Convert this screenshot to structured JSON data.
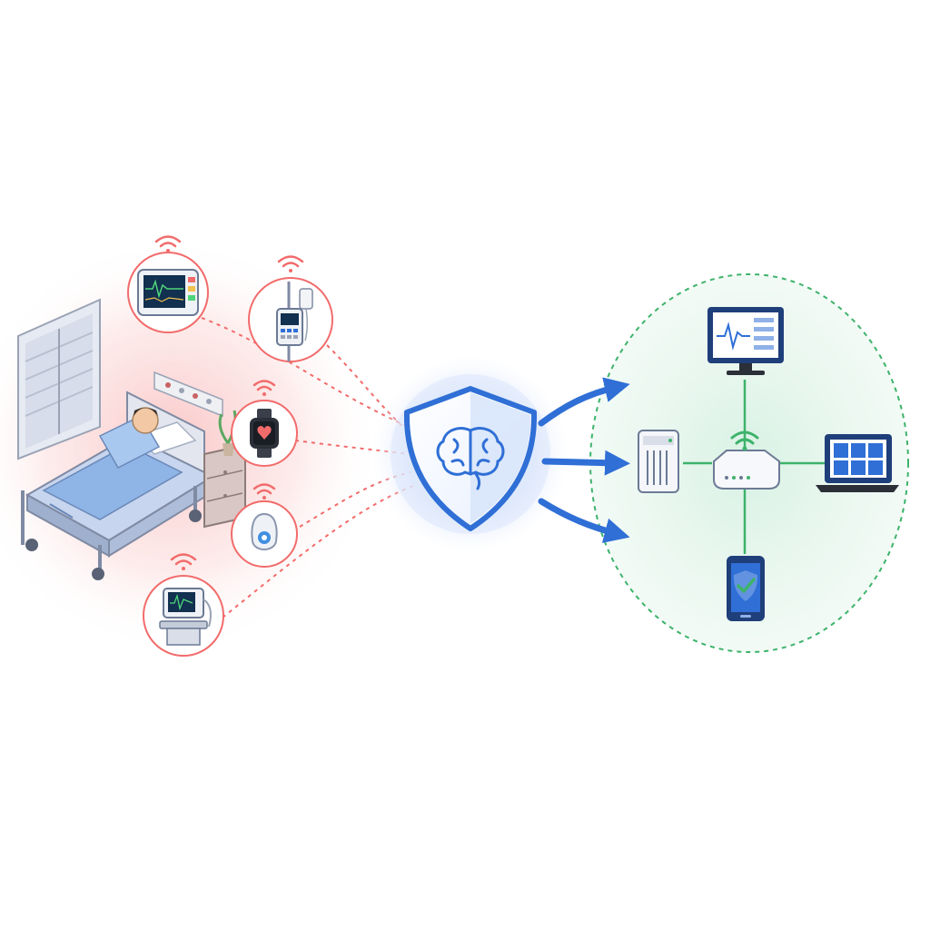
{
  "diagram": {
    "zones": [
      {
        "id": "patient-room",
        "color": "#f26b6b"
      },
      {
        "id": "protection",
        "color": "#2f6fd6"
      },
      {
        "id": "secure-network",
        "color": "#3db36b"
      }
    ],
    "devices": [
      {
        "id": "vital-signs-monitor",
        "icon": "monitor-icon"
      },
      {
        "id": "infusion-pump",
        "icon": "iv-pump-icon"
      },
      {
        "id": "smartwatch",
        "icon": "smartwatch-icon"
      },
      {
        "id": "wearable-sensor",
        "icon": "sensor-icon"
      },
      {
        "id": "ventilator",
        "icon": "ventilator-icon"
      }
    ],
    "hub": {
      "icon": "brain-shield-icon"
    },
    "network": [
      {
        "id": "dashboard-monitor",
        "icon": "dashboard-icon"
      },
      {
        "id": "server",
        "icon": "server-icon"
      },
      {
        "id": "router",
        "icon": "router-icon"
      },
      {
        "id": "laptop",
        "icon": "laptop-icon"
      },
      {
        "id": "smartphone",
        "icon": "secure-phone-icon"
      }
    ],
    "colors": {
      "red": "#f26b6b",
      "blue": "#2f6fd6",
      "navy": "#1f3f7a",
      "green": "#3db36b"
    }
  }
}
